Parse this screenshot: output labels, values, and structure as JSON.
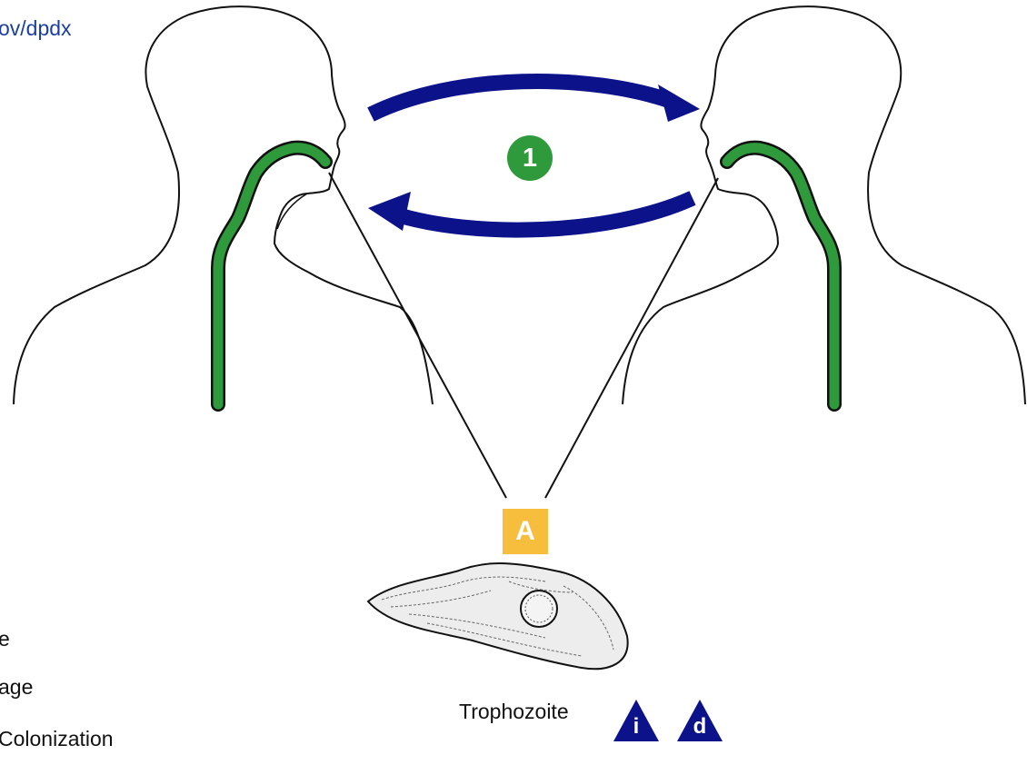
{
  "url_text": "ov/dpdx",
  "legend": {
    "item1": "e",
    "item2": "age",
    "item3": "Colonization"
  },
  "step_number": "1",
  "stage_letter": "A",
  "organism_label": "Trophozoite",
  "tri_i_label": "i",
  "tri_d_label": "d",
  "colors": {
    "arrow": "#0b128a",
    "tract": "#2f9a3b",
    "badge_green": "#2f9a3b",
    "stage_yellow": "#f6be3c",
    "triangle": "#0b128a",
    "url": "#1b3fa0"
  },
  "icons": [
    "left-person-silhouette",
    "right-person-silhouette",
    "transmission-arrow-right",
    "transmission-arrow-left",
    "trophozoite-cell",
    "infective-stage-icon",
    "diagnostic-stage-icon"
  ]
}
